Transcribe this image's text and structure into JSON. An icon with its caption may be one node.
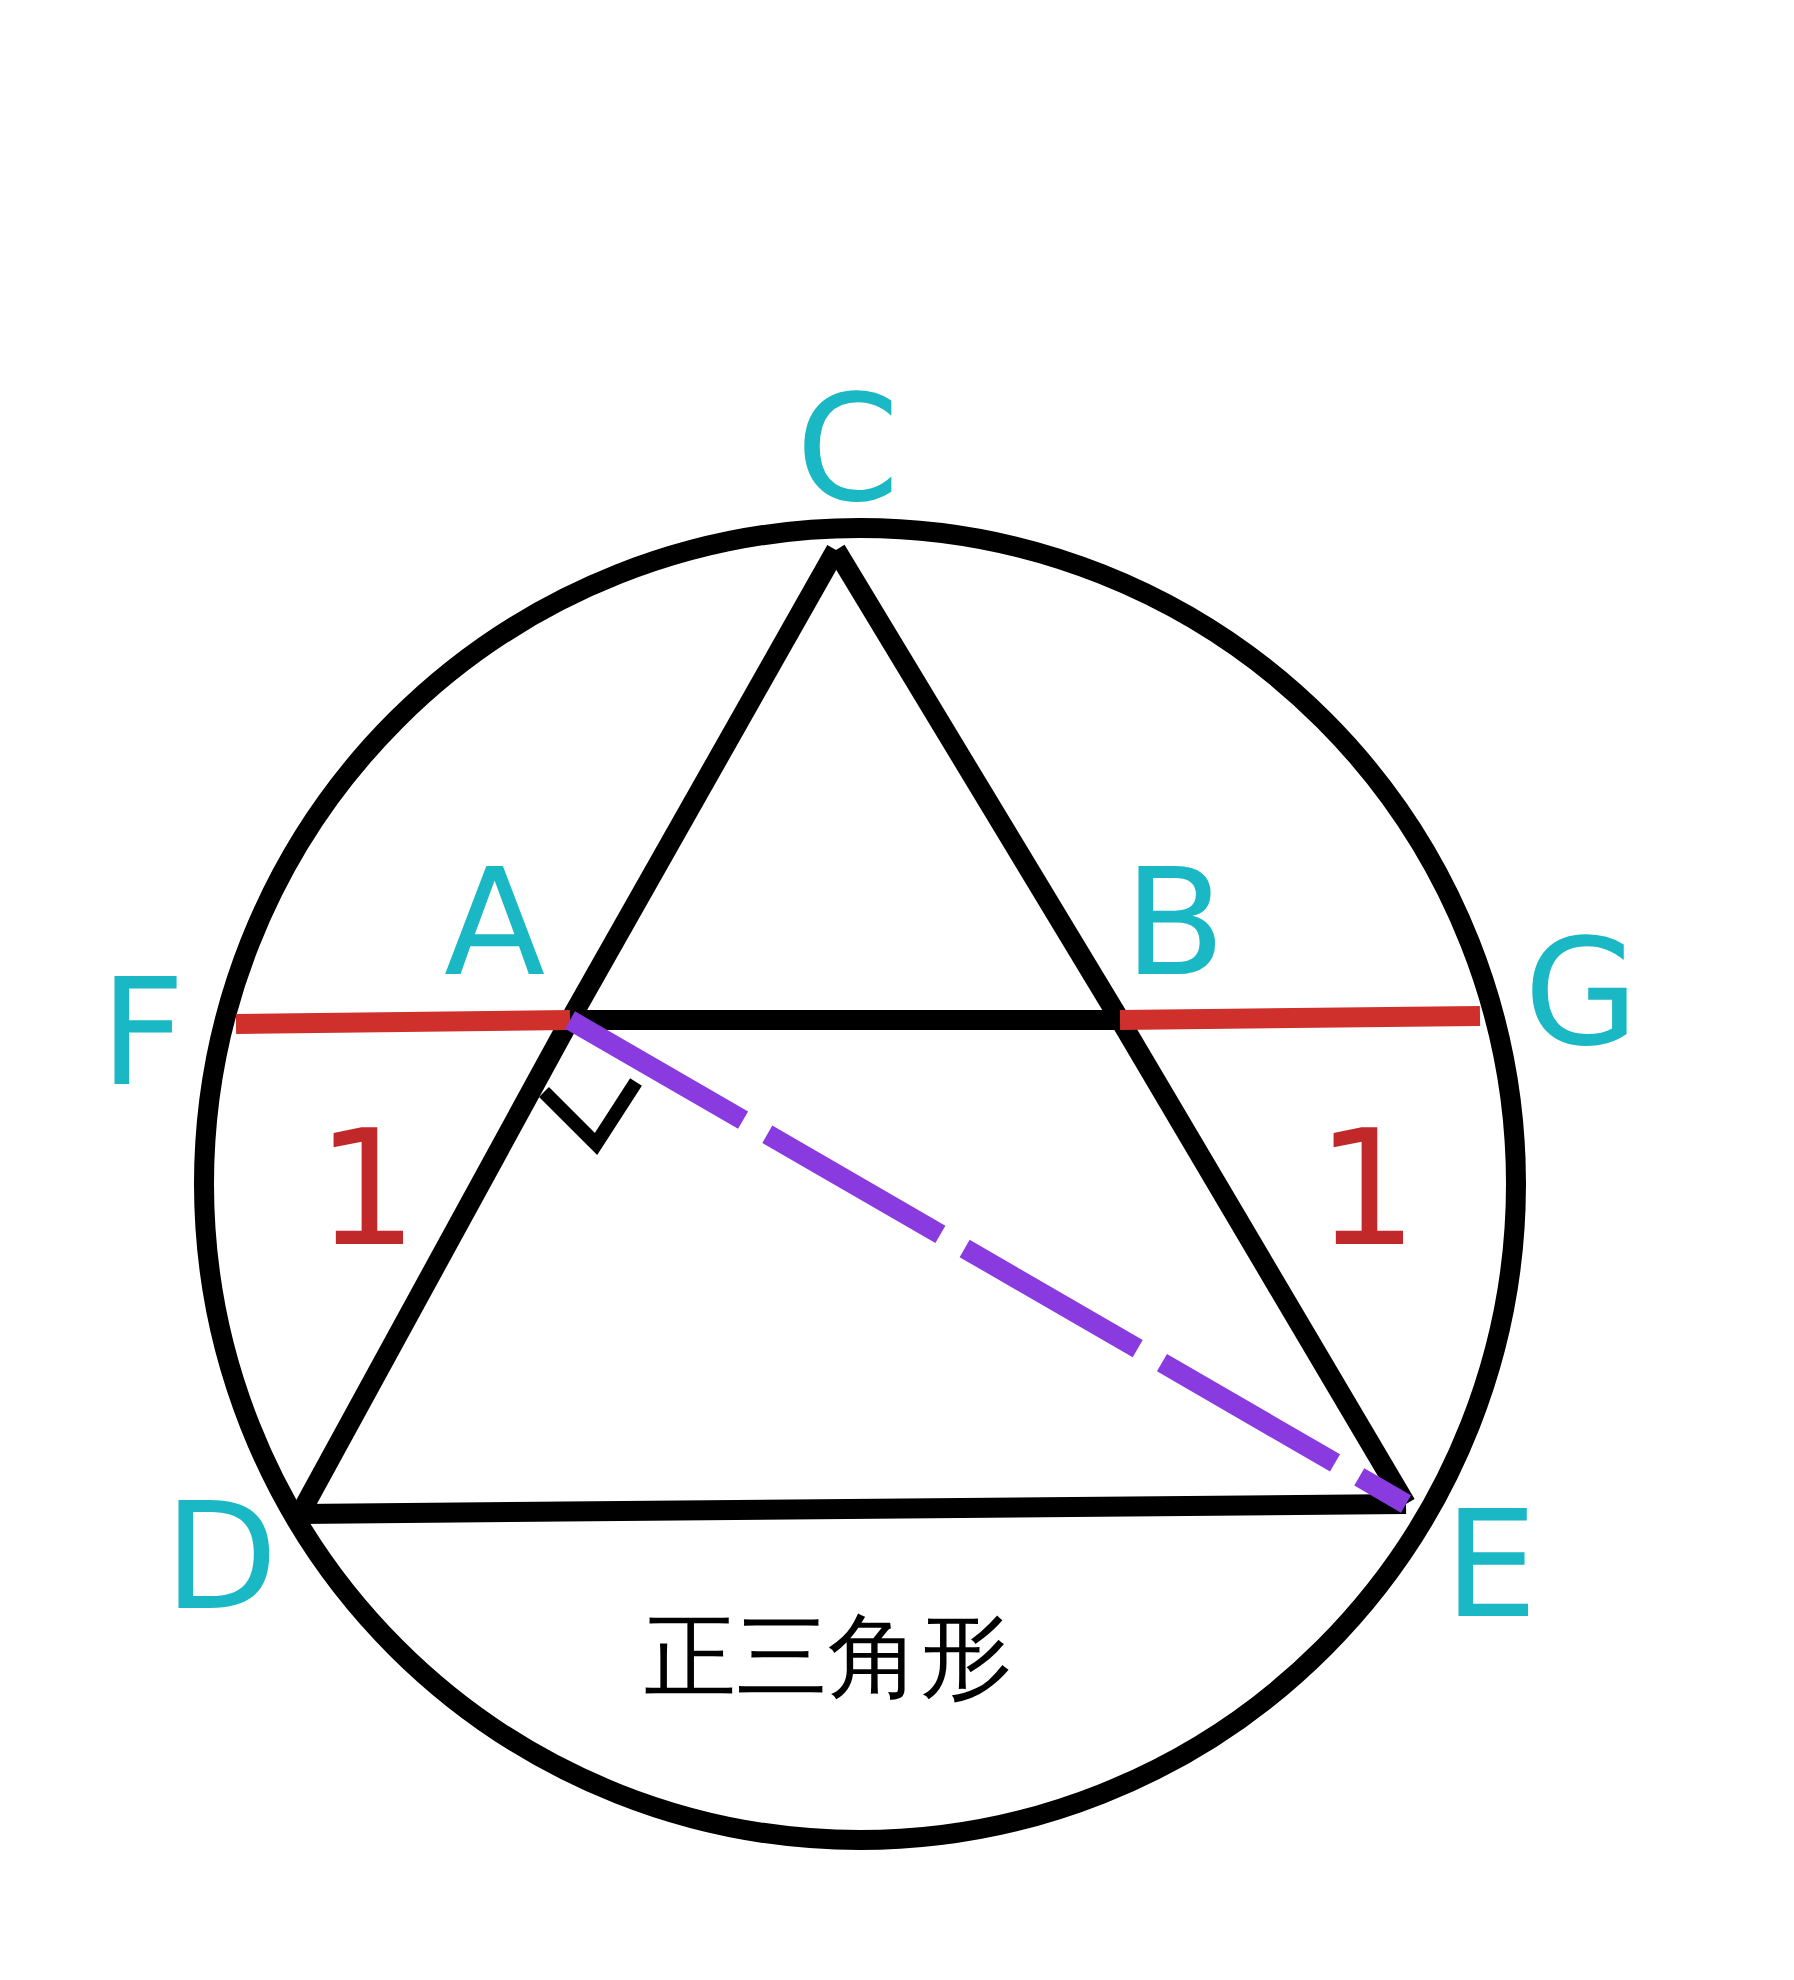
{
  "diagram": {
    "nodes": [
      {
        "text": [
          "C"
        ]
      },
      {
        "text": [
          "A"
        ]
      },
      {
        "text": [
          "B"
        ]
      },
      {
        "text": [
          "F"
        ]
      },
      {
        "text": [
          "G"
        ]
      },
      {
        "text": [
          "D"
        ]
      },
      {
        "text": [
          "E"
        ]
      }
    ],
    "edges": [
      {
        "from": 0,
        "to": 1,
        "arrow": "none"
      },
      {
        "from": 1,
        "to": 5,
        "arrow": "none"
      },
      {
        "from": 0,
        "to": 2,
        "arrow": "none"
      },
      {
        "from": 2,
        "to": 6,
        "arrow": "none"
      },
      {
        "from": 1,
        "to": 2,
        "arrow": "none"
      },
      {
        "from": 5,
        "to": 6,
        "arrow": "none"
      },
      {
        "from": 3,
        "to": 1,
        "arrow": "none",
        "color": "#d0302c"
      },
      {
        "from": 2,
        "to": 4,
        "arrow": "none",
        "color": "#d0302c"
      },
      {
        "from": 1,
        "to": 6,
        "arrow": "none",
        "style": "dashed",
        "color": "#8a3be0"
      }
    ],
    "labels": [
      "1",
      "1",
      "正三角形"
    ]
  }
}
